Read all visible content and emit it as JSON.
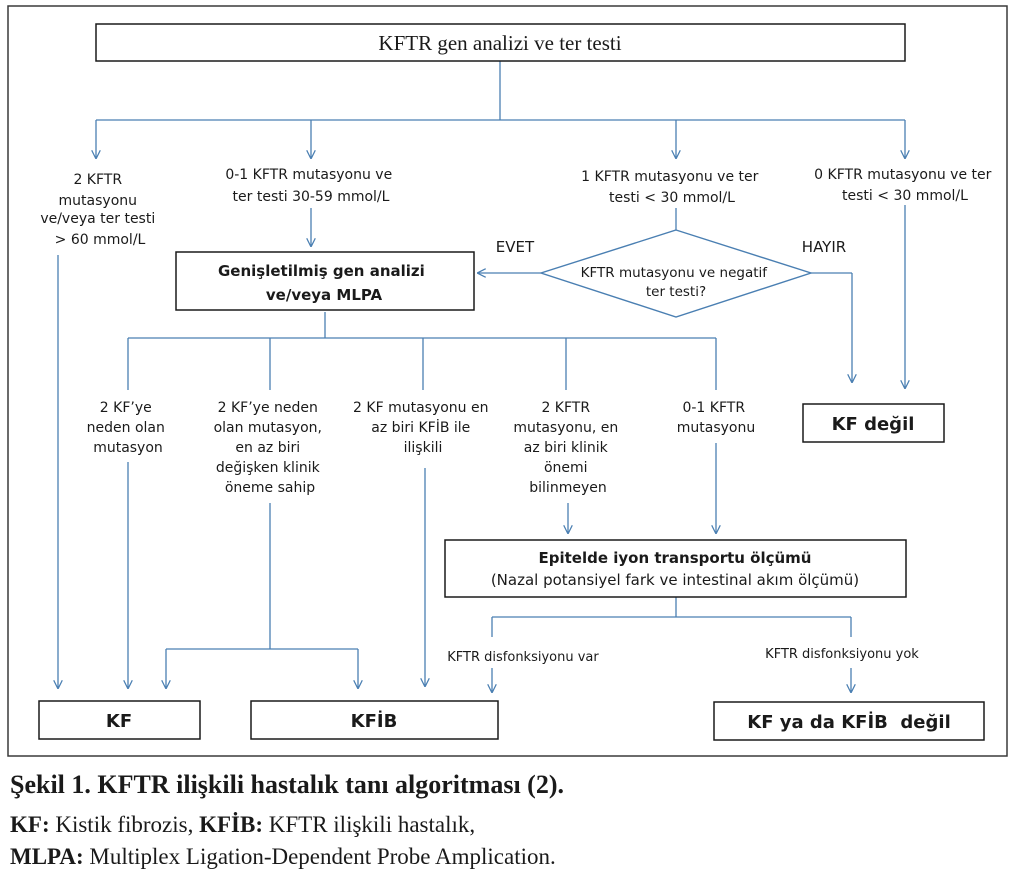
{
  "colors": {
    "line": "#4a7fb2",
    "box": "#1a1a1a",
    "frame": "#3a3a3a",
    "text": "#1a1a1a"
  },
  "top_box": "KFTR gen analizi ve ter testi",
  "branches": {
    "b1": [
      "2 KFTR",
      "mutasyonu",
      "ve/veya ter testi",
      "> 60 mmol/L"
    ],
    "b2": [
      "0-1 KFTR mutasyonu ve",
      "ter testi 30-59 mmol/L"
    ],
    "b3": [
      "1 KFTR mutasyonu ve ter",
      "testi < 30 mmol/L"
    ],
    "b4": [
      "0 KFTR mutasyonu ve ter",
      "testi < 30 mmol/L"
    ]
  },
  "decision": {
    "lines": [
      "KFTR mutasyonu ve negatif",
      "ter testi?"
    ],
    "yes": "EVET",
    "no": "HAYIR"
  },
  "extended_box": [
    "Genişletilmiş gen analizi",
    "ve/veya MLPA"
  ],
  "sub_branches": {
    "s1": [
      "2 KF’ye",
      "neden olan",
      "mutasyon"
    ],
    "s2": [
      "2 KF’ye neden",
      "olan mutasyon,",
      "en az biri",
      "değişken klinik",
      "öneme sahip"
    ],
    "s3": [
      "2 KF mutasyonu en",
      "az biri KFİB ile",
      "ilişkili"
    ],
    "s4": [
      "2 KFTR",
      "mutasyonu, en",
      "az biri klinik",
      "önemi",
      "bilinmeyen"
    ],
    "s5": [
      "0-1 KFTR",
      "mutasyonu"
    ]
  },
  "kf_degil": "KF değil",
  "epithelial_box": [
    "Epitelde iyon transportu ölçümü",
    "(Nazal potansiyel fark ve intestinal akım ölçümü)"
  ],
  "dysfunction": {
    "yes": "KFTR disfonksiyonu var",
    "no": "KFTR disfonksiyonu yok"
  },
  "outcomes": {
    "kf": "KF",
    "kfib": "KFİB",
    "neither": "KF ya da KFİB  değil"
  },
  "caption": {
    "title": "Şekil 1. KFTR ilişkili hastalık tanı algoritması (2).",
    "line2_key": "KF:",
    "line2_text": " Kistik fibrozis, ",
    "line2_key2": "KFİB:",
    "line2_text2": " KFTR ilişkili hastalık,",
    "line3_key": "MLPA:",
    "line3_text": " Multiplex Ligation-Dependent Probe Amplication."
  }
}
